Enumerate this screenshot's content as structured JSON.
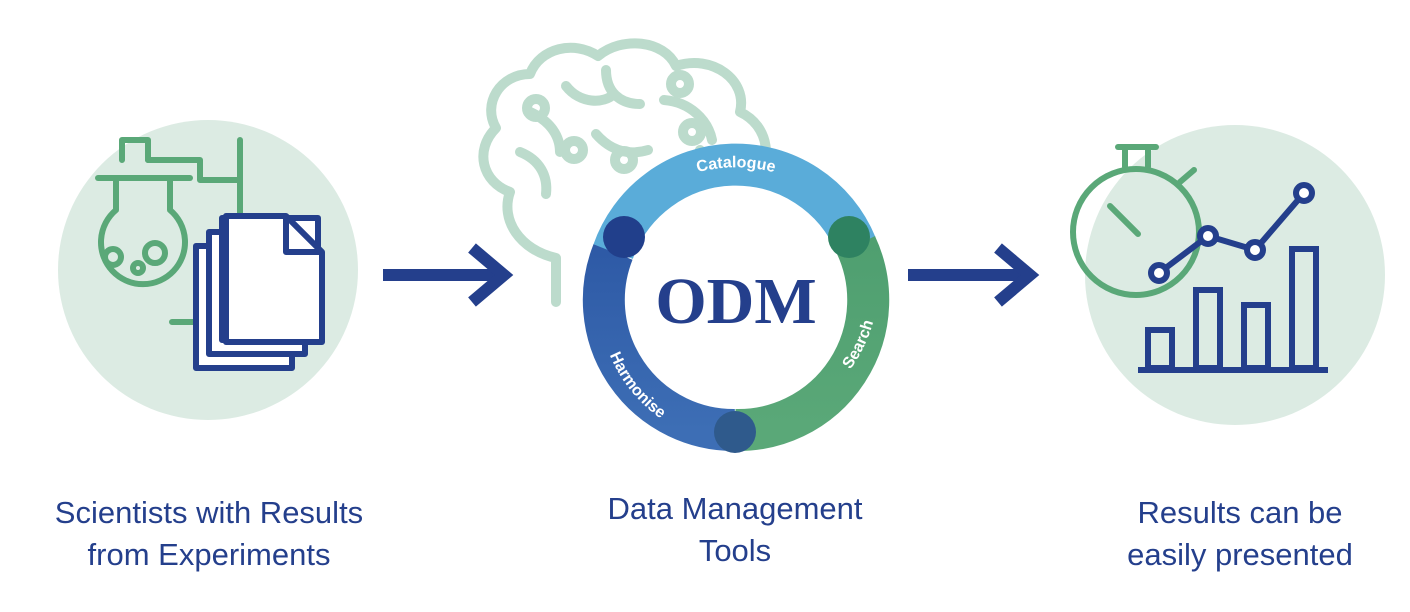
{
  "colors": {
    "navy": "#243f8c",
    "green": "#5aa878",
    "light_circle": "#dcebe3",
    "brain": "#bcdbcc",
    "ring_top": "#5aacd9",
    "ring_left": "#3d6eb5",
    "ring_right": "#5aa878"
  },
  "steps": [
    {
      "icon": "lab-flask-documents-icon",
      "caption_lines": [
        "Scientists with Results",
        "from Experiments"
      ]
    },
    {
      "icon": "brain-icon",
      "center_label": "ODM",
      "ring_segments": [
        "Catalogue",
        "Search",
        "Harmonise"
      ],
      "caption_lines": [
        "Data Management",
        "Tools"
      ]
    },
    {
      "icon": "stopwatch-chart-icon",
      "caption_lines": [
        "Results can be",
        "easily presented"
      ]
    }
  ]
}
